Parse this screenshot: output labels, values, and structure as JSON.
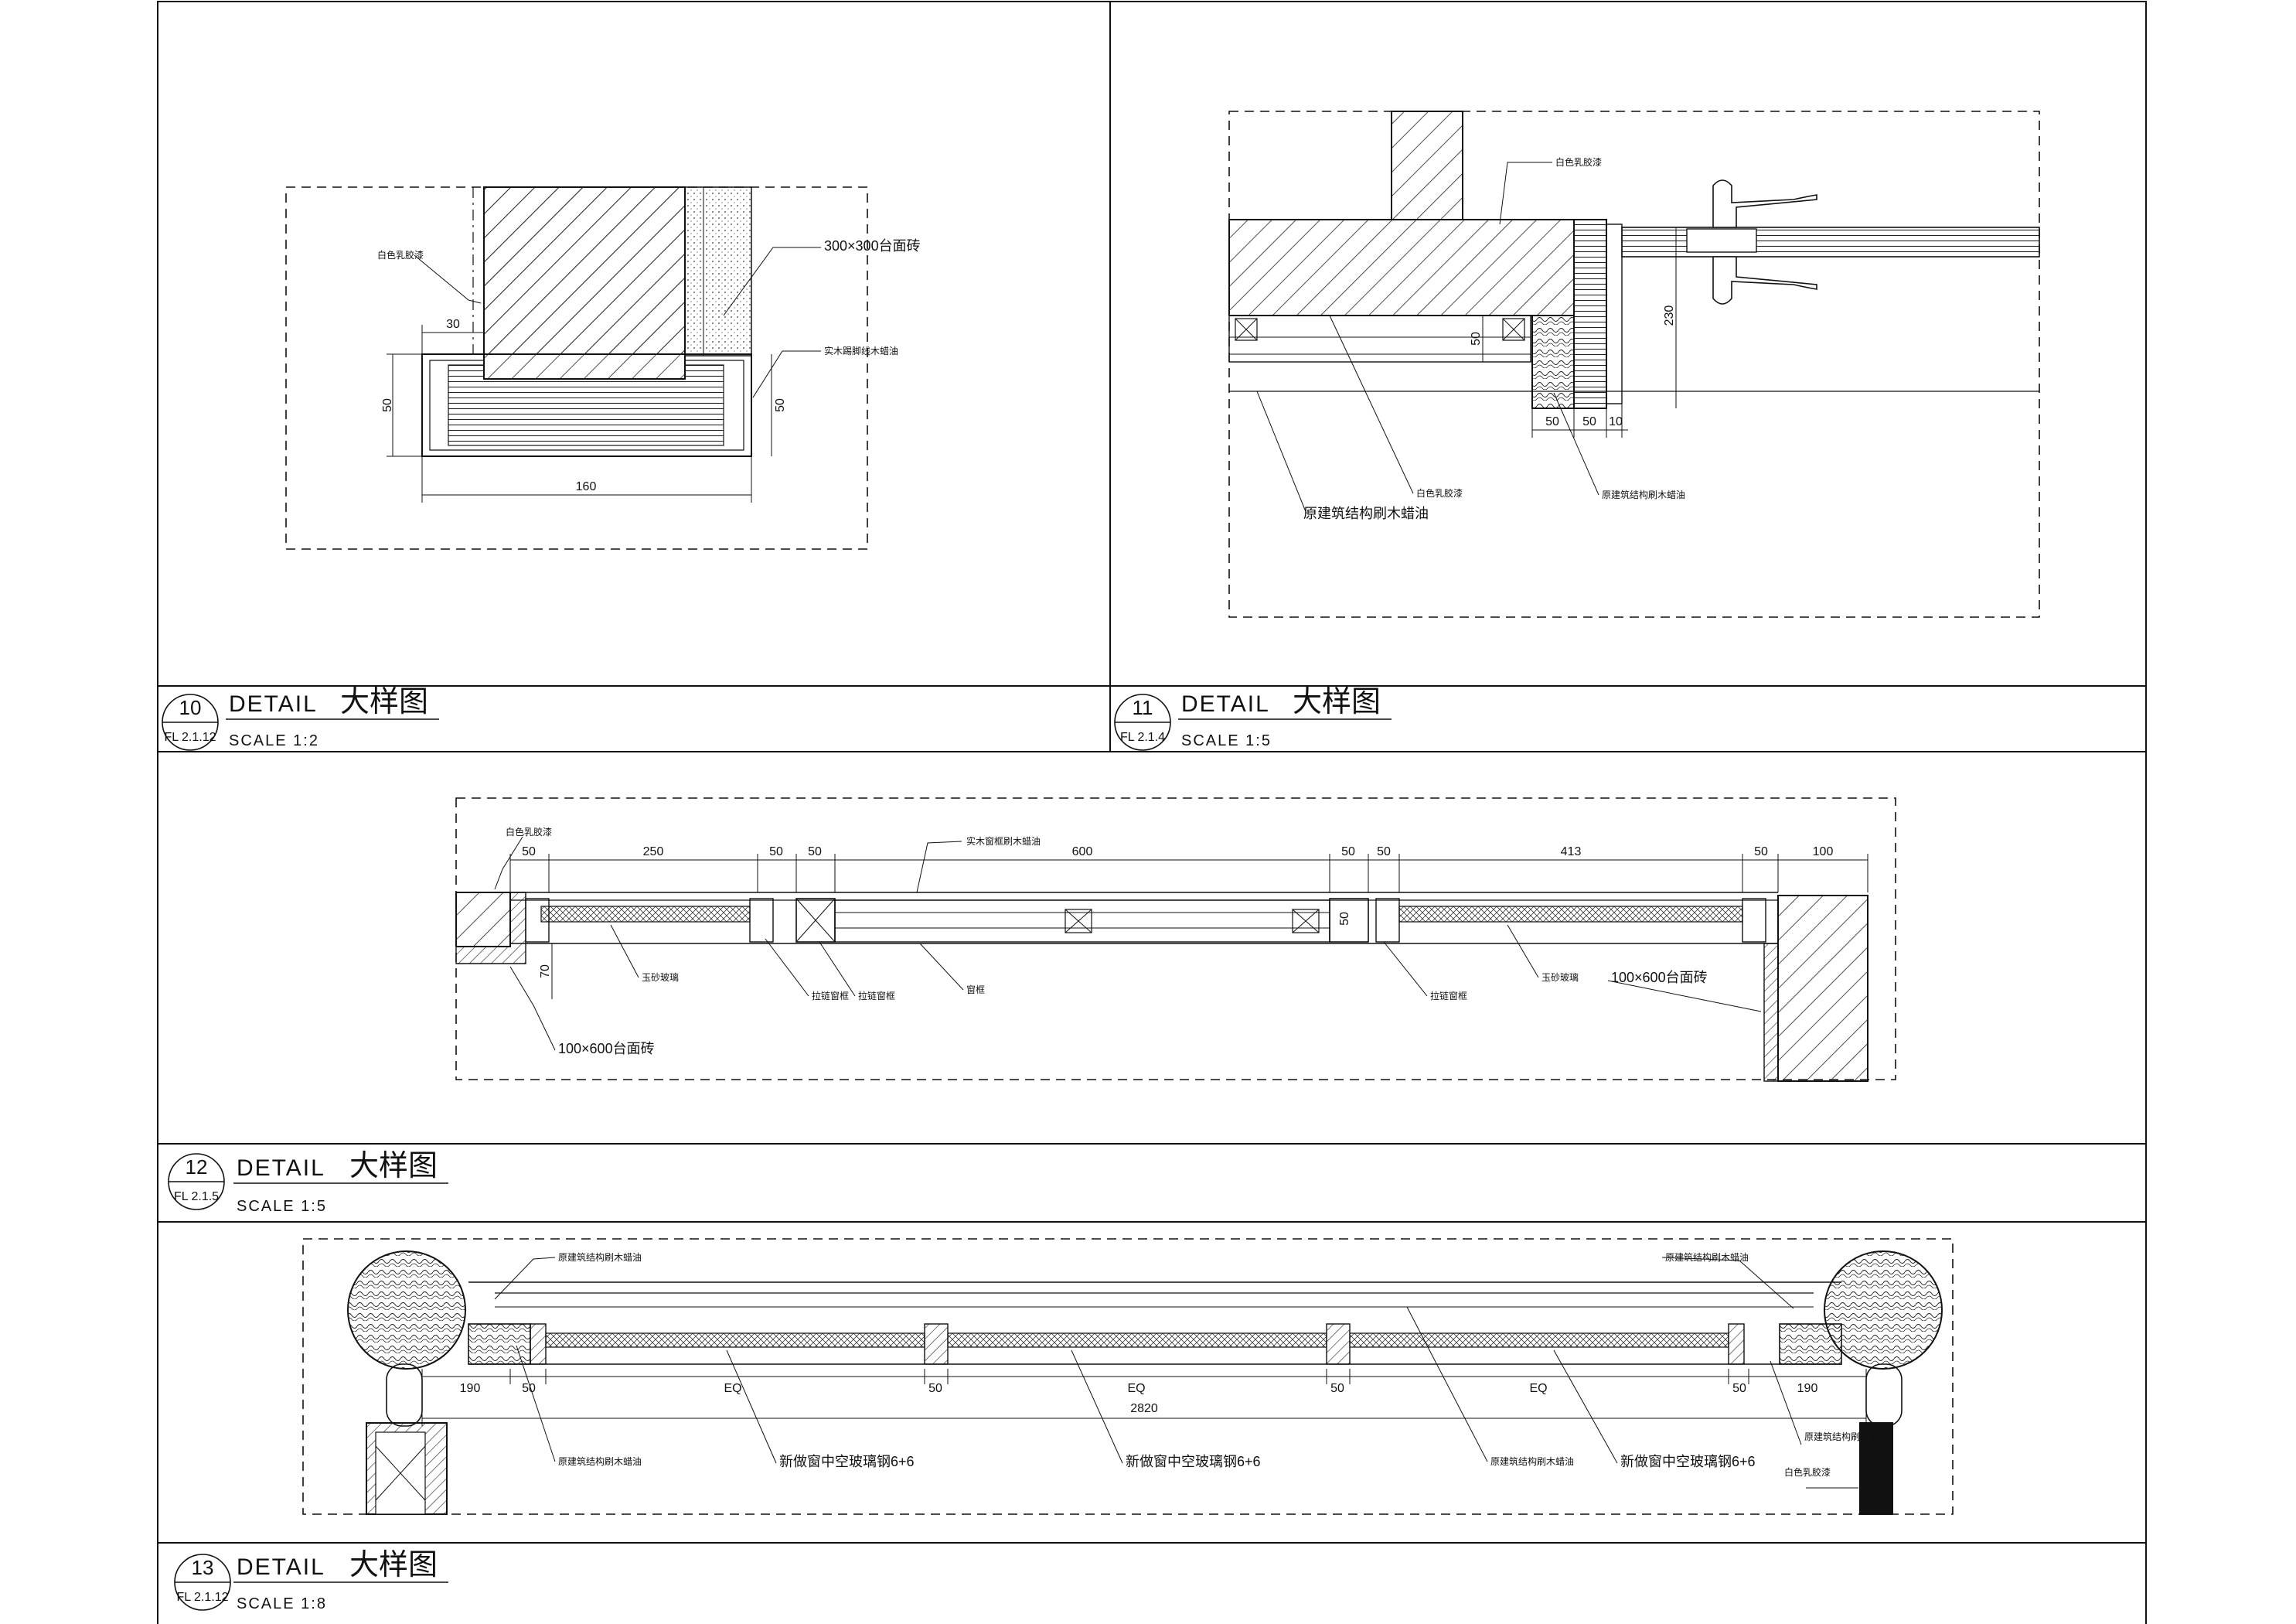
{
  "detail10": {
    "number": "10",
    "ref": "FL 2.1.12",
    "title": "DETAIL",
    "cn_title": "大样图",
    "scale": "SCALE 1:2",
    "dims": {
      "d30": "30",
      "d50_left": "50",
      "d50_right": "50",
      "d160": "160"
    },
    "notes": {
      "n1": "白色乳胶漆",
      "n2": "300×300台面砖",
      "n3": "实木踢脚线木蜡油"
    }
  },
  "detail11": {
    "number": "11",
    "ref": "FL 2.1.4",
    "title": "DETAIL",
    "cn_title": "大样图",
    "scale": "SCALE 1:5",
    "dims": {
      "d50_v": "50",
      "d230": "230",
      "d50a": "50",
      "d50b": "50",
      "d10": "10"
    },
    "notes": {
      "n1": "白色乳胶漆",
      "n2": "白色乳胶漆",
      "n3": "原建筑结构刷木蜡油",
      "n4": "原建筑结构刷木蜡油"
    }
  },
  "detail12": {
    "number": "12",
    "ref": "FL 2.1.5",
    "title": "DETAIL",
    "cn_title": "大样图",
    "scale": "SCALE 1:5",
    "dims": {
      "a": "50",
      "b": "250",
      "c": "50",
      "d": "50",
      "e": "600",
      "f": "50",
      "g": "50",
      "h": "413",
      "i": "50",
      "j": "100",
      "v70": "70",
      "v50": "50"
    },
    "notes": {
      "n1": "白色乳胶漆",
      "n2": "实木窗框刷木蜡油",
      "n3": "玉砂玻璃",
      "n4": "拉链窗框",
      "n5": "拉链窗框",
      "n6": "窗框",
      "n7": "拉链窗框",
      "n8": "玉砂玻璃",
      "n9": "100×600台面砖",
      "n10": "100×600台面砖"
    }
  },
  "detail13": {
    "number": "13",
    "ref": "FL 2.1.12",
    "title": "DETAIL",
    "cn_title": "大样图",
    "scale": "SCALE 1:8",
    "dims": {
      "a": "190",
      "b": "50",
      "c": "EQ",
      "d": "50",
      "e": "EQ",
      "f": "50",
      "g": "EQ",
      "h": "50",
      "i": "190",
      "total": "2820"
    },
    "notes": {
      "n1": "原建筑结构刷木蜡油",
      "n2": "原建筑结构刷木蜡油",
      "n3": "原建筑结构刷木蜡油",
      "n4": "新做窗中空玻璃钢6+6",
      "n5": "新做窗中空玻璃钢6+6",
      "n6": "原建筑结构刷木蜡油",
      "n7": "新做窗中空玻璃钢6+6",
      "n8": "原建筑结构刷木蜡油",
      "n9": "白色乳胶漆"
    }
  }
}
